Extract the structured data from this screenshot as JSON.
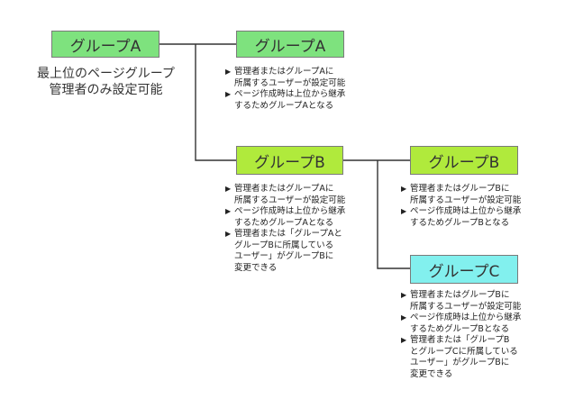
{
  "root": {
    "label": "グループA",
    "caption_lines": [
      "最上位のページグループ",
      "管理者のみ設定可能"
    ]
  },
  "nodes": {
    "group_a_child": {
      "label": "グループA",
      "notes": [
        "管理者またはグループAに\n所属するユーザーが設定可能",
        "ページ作成時は上位から継承\nするためグループAとなる"
      ]
    },
    "group_b": {
      "label": "グループB",
      "notes": [
        "管理者またはグループAに\n所属するユーザーが設定可能",
        "ページ作成時は上位から継承\nするためグループAとなる",
        "管理者または「グループAと\nグループBに所属している\nユーザー」がグループBに\n変更できる"
      ]
    },
    "group_b_child": {
      "label": "グループB",
      "notes": [
        "管理者またはグループBに\n所属するユーザーが設定可能",
        "ページ作成時は上位から継承\nするためグループBとなる"
      ]
    },
    "group_c": {
      "label": "グループC",
      "notes": [
        "管理者またはグループBに\n所属するユーザーが設定可能",
        "ページ作成時は上位から継承\nするためグループBとなる",
        "管理者または「グループB\nとグループCに所属している\nユーザー」がグループBに\n変更できる"
      ]
    }
  },
  "colors": {
    "green": "#7ee27e",
    "lime": "#b0ea3c",
    "cyan": "#82f0ee",
    "line": "#333333"
  }
}
